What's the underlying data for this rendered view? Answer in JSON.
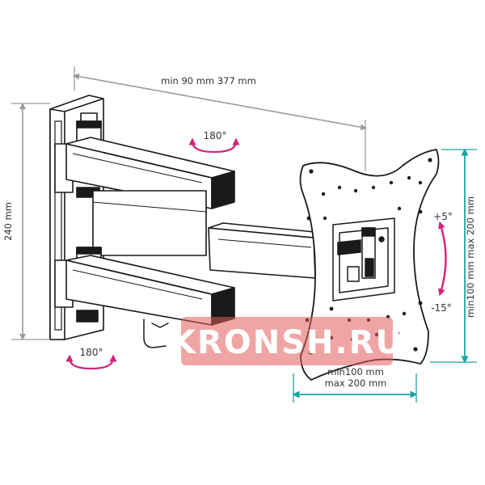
{
  "dimensions": {
    "arm_extension": "min 90 mm 377 mm",
    "wall_plate_height": "240 mm",
    "vesa_vertical": "min100 mm max 200 mm",
    "vesa_horizontal_line1": "min100 mm",
    "vesa_horizontal_line2": "max 200 mm"
  },
  "rotation": {
    "upper_swivel": "180°",
    "lower_swivel": "180°",
    "tilt_up": "+5°",
    "tilt_down": "-15°"
  },
  "watermark": "KRONSH.RU",
  "colors": {
    "dimension_gray": "#9a9a9a",
    "dimension_cyan": "#1aa5a3",
    "rotation_magenta": "#d4237a",
    "watermark_red": "#e35b5b",
    "line": "#1a1a1a"
  }
}
